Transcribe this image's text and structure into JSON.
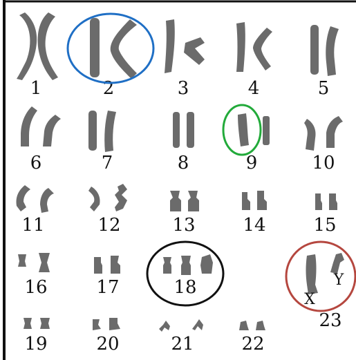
{
  "karyotype": {
    "labels": {
      "c1": "1",
      "c2": "2",
      "c3": "3",
      "c4": "4",
      "c5": "5",
      "c6": "6",
      "c7": "7",
      "c8": "8",
      "c9": "9",
      "c10": "10",
      "c11": "11",
      "c12": "12",
      "c13": "13",
      "c14": "14",
      "c15": "15",
      "c16": "16",
      "c17": "17",
      "c18": "18",
      "c23": "23",
      "c19": "19",
      "c20": "20",
      "c21": "21",
      "c22": "22",
      "x": "X",
      "y": "Y"
    },
    "highlight_colors": {
      "chromosome_2": "#1f6fc5",
      "chromosome_9": "#22aa3a",
      "chromosome_18": "#111111",
      "chromosome_23": "#b5473f"
    },
    "chromosome_color": "#6b6b6b"
  }
}
